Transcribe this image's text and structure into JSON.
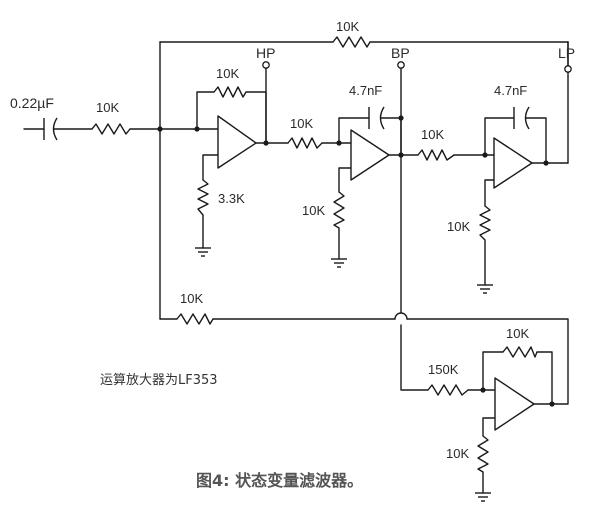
{
  "labels": {
    "c_in": "0.22µF",
    "r_in": "10K",
    "r_top": "10K",
    "r_hp_fb": "10K",
    "r_int1": "10K",
    "r_hp_gnd": "3.3K",
    "r_bp_gnd": "10K",
    "c_bp": "4.7nF",
    "r_int2": "10K",
    "c_lp": "4.7nF",
    "r_lp_gnd": "10K",
    "r_return": "10K",
    "r_150k": "150K",
    "r_inv_fb": "10K",
    "r_inv_gnd": "10K"
  },
  "terminals": {
    "hp": "HP",
    "bp": "BP",
    "lp": "LP"
  },
  "note": "运算放大器为LF353",
  "caption": "图4: 状态变量滤波器。"
}
